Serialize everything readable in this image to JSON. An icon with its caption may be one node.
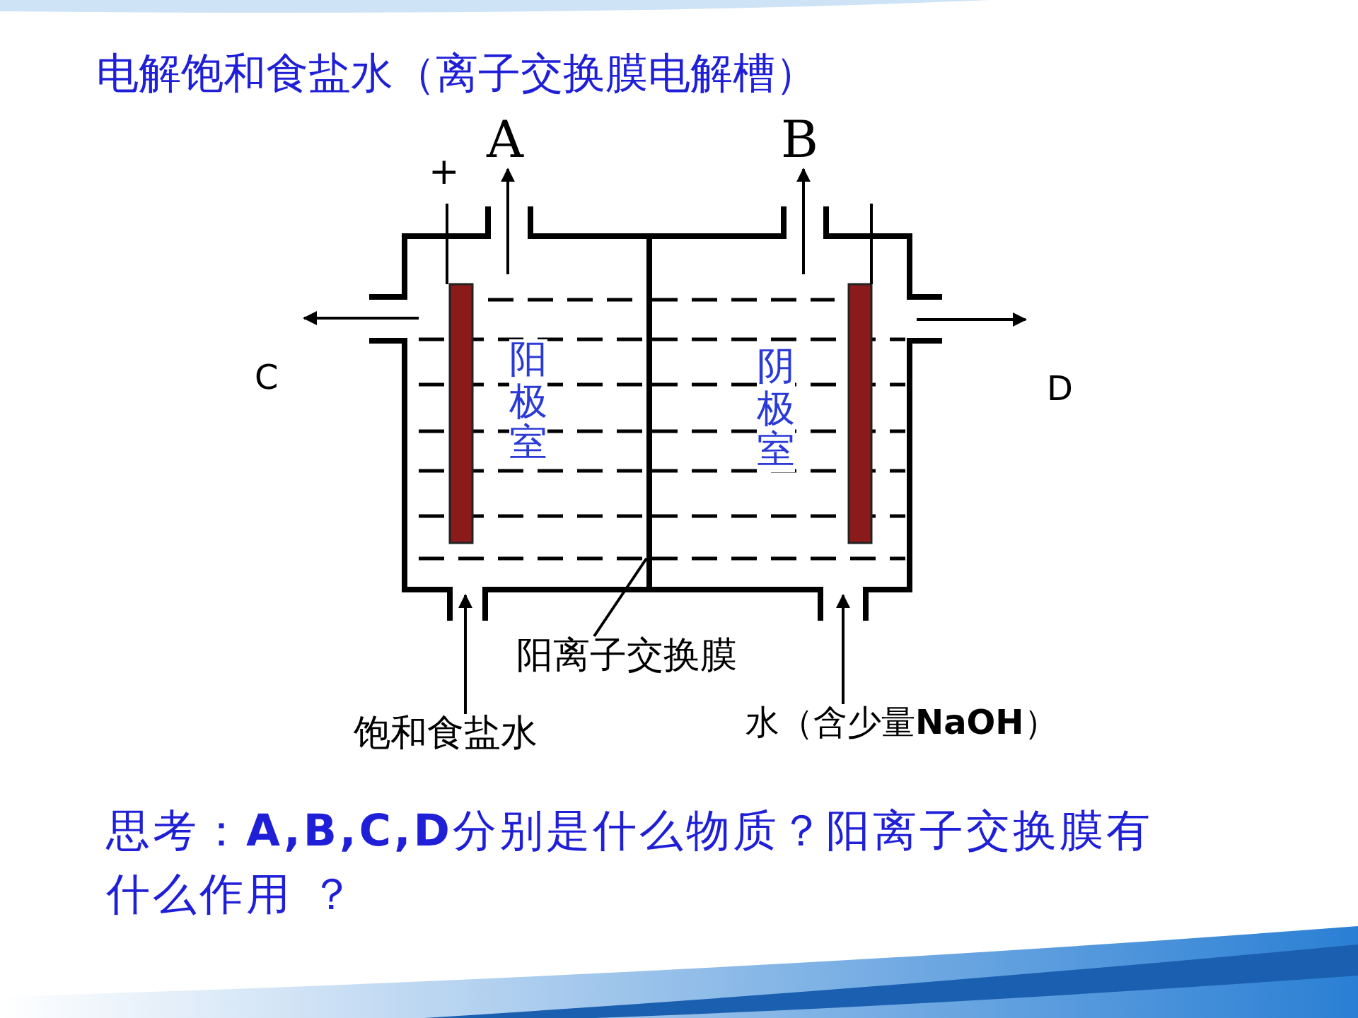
{
  "diagram": {
    "title": "电解饱和食盐水（离子交换膜电解槽）",
    "nodes": [
      {
        "text": [
          "阳极室"
        ]
      },
      {
        "text": [
          "阴极室"
        ]
      },
      {
        "text": [
          "A"
        ]
      },
      {
        "text": [
          "B"
        ]
      },
      {
        "text": [
          "饱和食盐水"
        ]
      },
      {
        "text": [
          "水（含少量**NaOH**）"
        ]
      },
      {
        "text": [
          "阳离子交换膜"
        ]
      },
      {
        "text": [],
        "shape": "bar"
      }
    ],
    "edges": [
      {
        "from": 0,
        "to": 2,
        "arrow": "to"
      },
      {
        "from": 1,
        "to": 3,
        "arrow": "to"
      },
      {
        "from": 0,
        "to": null,
        "arrow": "to"
      },
      {
        "from": 1,
        "to": null,
        "arrow": "to"
      },
      {
        "from": 4,
        "to": 0,
        "arrow": "to"
      },
      {
        "from": 5,
        "to": 1,
        "arrow": "to"
      },
      {
        "from": 6,
        "to": 7,
        "arrow": "none"
      }
    ],
    "labels": [
      "+",
      "C",
      "D",
      "思考：**A,B,C,D**分别是什么物质？阳离子交换膜有什么作用 ？"
    ]
  }
}
